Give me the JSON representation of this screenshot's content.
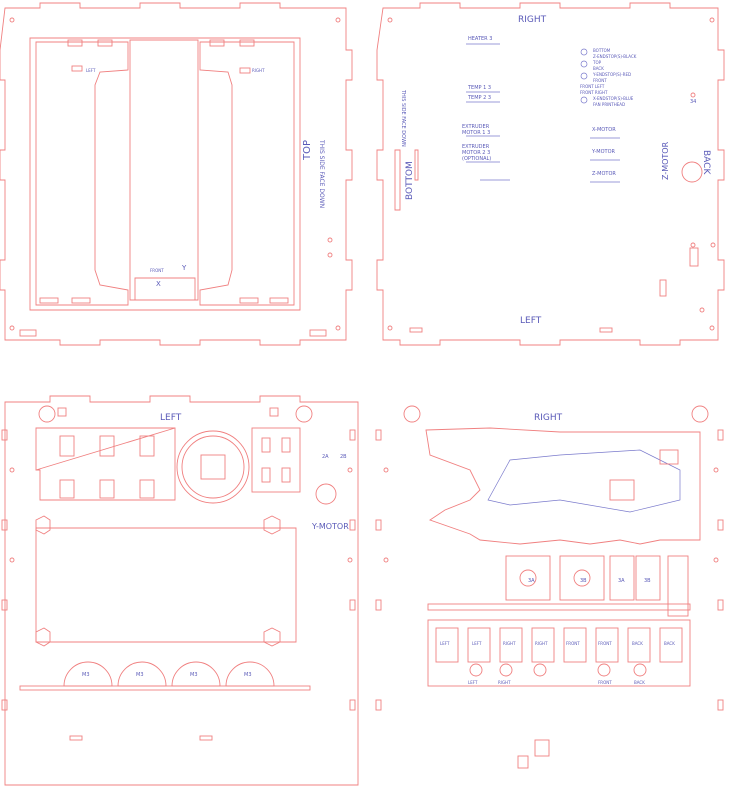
{
  "colors": {
    "cut": "#f08080",
    "engrave": "#7a7acc",
    "label": "#5a5ab8",
    "background": "#ffffff"
  },
  "panels": {
    "top": {
      "face_down_note": "THIS SIDE FACE DOWN",
      "arrow_label": "TOP",
      "small_left": "LEFT",
      "small_right": "RIGHT",
      "small_front": "FRONT",
      "small_y": "Y",
      "small_x": "X"
    },
    "bottom": {
      "arrow_top": "RIGHT",
      "arrow_bottom": "LEFT",
      "arrow_left": "BOTTOM",
      "arrow_right": "BACK",
      "face_down_note": "THIS SIDE FACE DOWN",
      "motor_label": "Z-MOTOR",
      "size_label": "34",
      "heater": "HEATER 3",
      "temp1": "TEMP 1 3",
      "temp2": "TEMP 2 3",
      "extruder1a": "EXTRUDER",
      "extruder1b": "MOTOR 1 3",
      "extruder2a": "EXTRUDER",
      "extruder2b": "MOTOR 2 3",
      "extruder2c": "(OPTIONAL)",
      "legend": [
        "BOTTOM",
        "Z-ENDSTOP(S)-BLACK",
        "TOP",
        "BACK",
        "Y-ENDSTOP(S)-RED",
        "FRONT",
        "FRONT LEFT",
        "FRONT RIGHT",
        "X-ENDSTOP(S)-BLUE",
        "FAN PRINTHEAD"
      ],
      "x_motor": "X-MOTOR",
      "y_motor": "Y-MOTOR",
      "z_motor": "Z-MOTOR"
    },
    "left": {
      "arrow_label": "LEFT",
      "motor_label": "Y-MOTOR",
      "tags": [
        "2A",
        "2B"
      ],
      "part_labels": [
        "M3",
        "M3",
        "M3",
        "M3"
      ]
    },
    "right": {
      "arrow_label": "RIGHT",
      "parts": [
        "LEFT",
        "LEFT",
        "RIGHT",
        "RIGHT",
        "FRONT",
        "FRONT",
        "BACK",
        "BACK",
        "LEFT",
        "RIGHT",
        "FRONT",
        "BACK"
      ],
      "tags": [
        "3A",
        "3B",
        "3A",
        "3B"
      ]
    }
  }
}
